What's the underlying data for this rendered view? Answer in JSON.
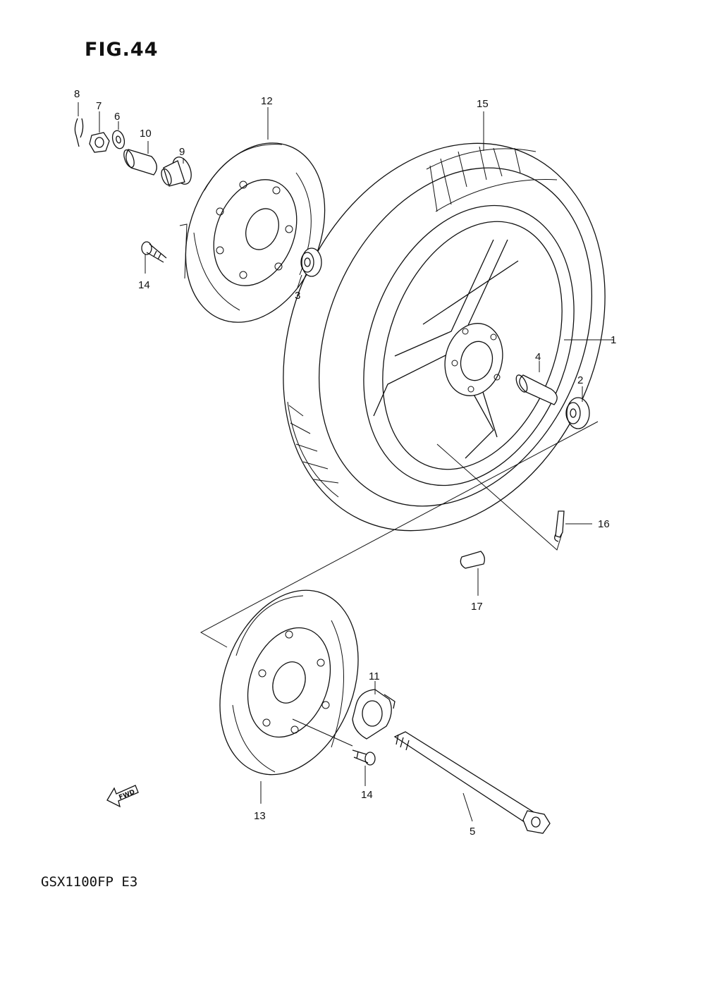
{
  "figure": {
    "title": "FIG.44",
    "model_code": "GSX1100FP E3",
    "fwd_label": "FWD"
  },
  "callouts": [
    {
      "id": "1",
      "label": "1"
    },
    {
      "id": "2",
      "label": "2"
    },
    {
      "id": "3",
      "label": "3"
    },
    {
      "id": "4",
      "label": "4"
    },
    {
      "id": "5",
      "label": "5"
    },
    {
      "id": "6",
      "label": "6"
    },
    {
      "id": "7",
      "label": "7"
    },
    {
      "id": "8",
      "label": "8"
    },
    {
      "id": "9",
      "label": "9"
    },
    {
      "id": "10",
      "label": "10"
    },
    {
      "id": "11",
      "label": "11"
    },
    {
      "id": "12",
      "label": "12"
    },
    {
      "id": "13",
      "label": "13"
    },
    {
      "id": "14a",
      "label": "14"
    },
    {
      "id": "14b",
      "label": "14"
    },
    {
      "id": "15",
      "label": "15"
    },
    {
      "id": "16",
      "label": "16"
    },
    {
      "id": "17",
      "label": "17"
    }
  ]
}
